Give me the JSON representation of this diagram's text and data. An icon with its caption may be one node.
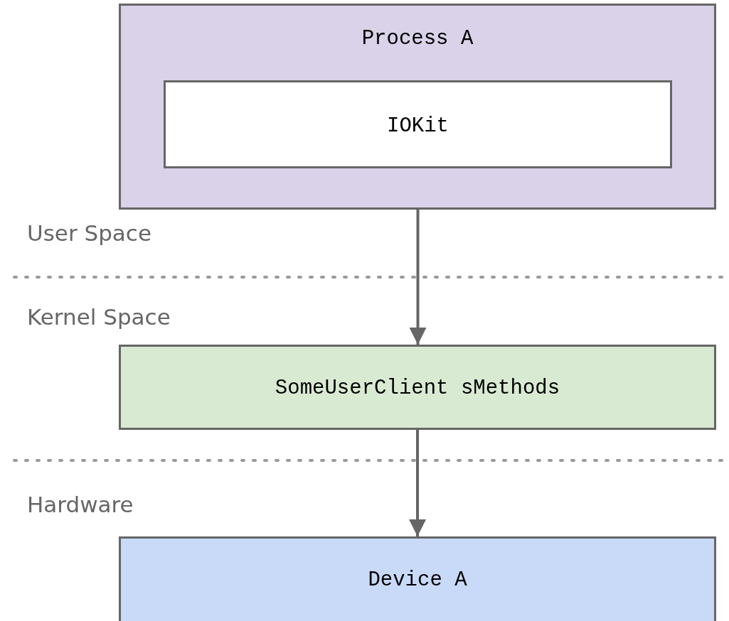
{
  "diagram": {
    "nodes": [
      {
        "text": [
          "Process A"
        ]
      },
      {
        "text": [
          "IOKit"
        ],
        "in": 0
      },
      {
        "text": [
          "SomeUserClient sMethods"
        ]
      },
      {
        "text": [
          "Device A"
        ]
      }
    ],
    "edges": [
      {
        "from": 1,
        "to": 2,
        "arrow": "to"
      },
      {
        "from": 2,
        "to": 3,
        "arrow": "to"
      }
    ],
    "labels": [
      "User Space",
      "Kernel Space",
      "Hardware"
    ]
  }
}
